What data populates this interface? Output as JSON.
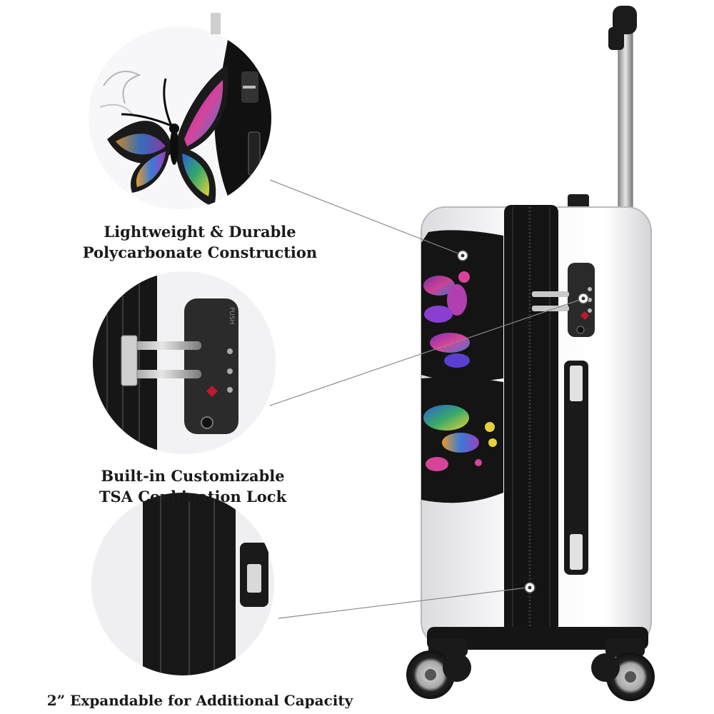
{
  "features": [
    {
      "name": "shell",
      "lines": [
        "Lightweight & Durable",
        "Polycarbonate Construction"
      ]
    },
    {
      "name": "lock",
      "lines": [
        "Built-in Customizable",
        "TSA Conbination Lock"
      ]
    },
    {
      "name": "expand",
      "lines": [
        "2” Expandable for Additional Capacity"
      ]
    }
  ],
  "product": {
    "shell_color": "#f2f2f4",
    "trim_color": "#111111",
    "pattern": "butterfly",
    "lock_brand_text": "PUSH",
    "icon": "tsa-diamond-icon"
  },
  "colors": {
    "wing_purple": "#9b3fc0",
    "wing_blue": "#2e5fd6",
    "wing_yellow": "#e7d23a",
    "wing_pink": "#d6449a"
  }
}
